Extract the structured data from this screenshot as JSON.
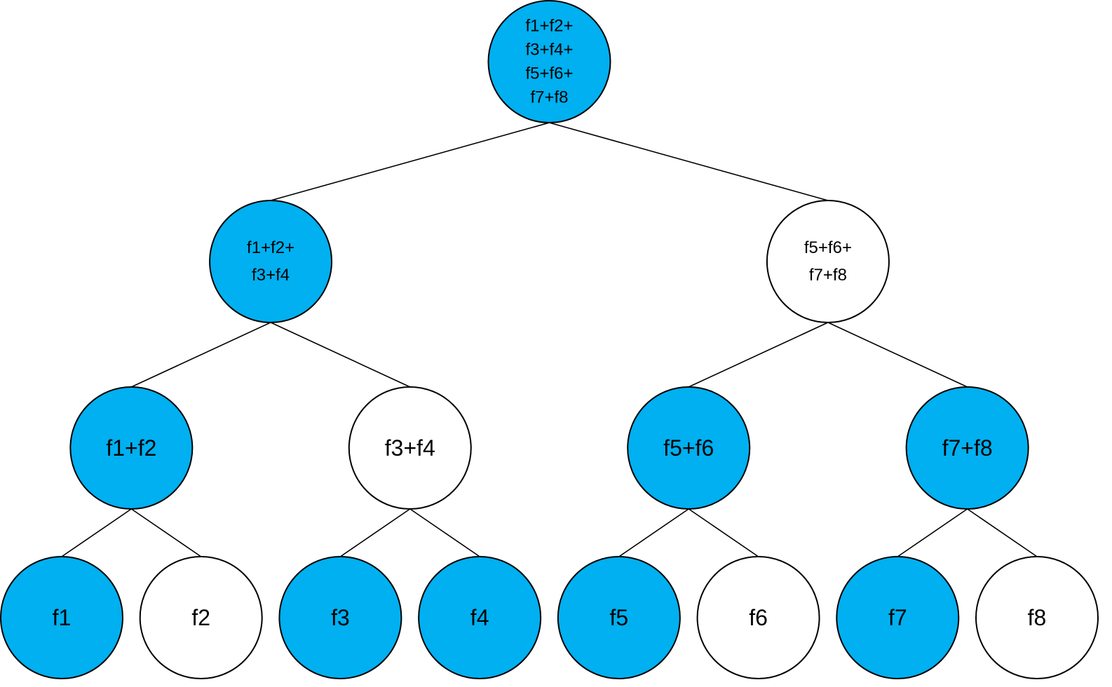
{
  "colors": {
    "highlight": "#00b0f0",
    "plain": "#ffffff",
    "stroke": "#000000"
  },
  "tree": {
    "root": {
      "id": "n1",
      "lines": [
        "f1+f2+",
        "f3+f4+",
        "f5+f6+",
        "f7+f8"
      ],
      "highlighted": true,
      "children": [
        {
          "id": "n2",
          "lines": [
            "f1+f2+",
            "f3+f4"
          ],
          "highlighted": true,
          "children": [
            {
              "id": "n4",
              "lines": [
                "f1+f2"
              ],
              "highlighted": true,
              "children": [
                {
                  "id": "n8",
                  "lines": [
                    "f1"
                  ],
                  "highlighted": true,
                  "children": []
                },
                {
                  "id": "n9",
                  "lines": [
                    "f2"
                  ],
                  "highlighted": false,
                  "children": []
                }
              ]
            },
            {
              "id": "n5",
              "lines": [
                "f3+f4"
              ],
              "highlighted": false,
              "children": [
                {
                  "id": "n10",
                  "lines": [
                    "f3"
                  ],
                  "highlighted": true,
                  "children": []
                },
                {
                  "id": "n11",
                  "lines": [
                    "f4"
                  ],
                  "highlighted": true,
                  "children": []
                }
              ]
            }
          ]
        },
        {
          "id": "n3",
          "lines": [
            "f5+f6+",
            "f7+f8"
          ],
          "highlighted": false,
          "children": [
            {
              "id": "n6",
              "lines": [
                "f5+f6"
              ],
              "highlighted": true,
              "children": [
                {
                  "id": "n12",
                  "lines": [
                    "f5"
                  ],
                  "highlighted": true,
                  "children": []
                },
                {
                  "id": "n13",
                  "lines": [
                    "f6"
                  ],
                  "highlighted": false,
                  "children": []
                }
              ]
            },
            {
              "id": "n7",
              "lines": [
                "f7+f8"
              ],
              "highlighted": true,
              "children": [
                {
                  "id": "n14",
                  "lines": [
                    "f7"
                  ],
                  "highlighted": true,
                  "children": []
                },
                {
                  "id": "n15",
                  "lines": [
                    "f8"
                  ],
                  "highlighted": false,
                  "children": []
                }
              ]
            }
          ]
        }
      ]
    }
  }
}
